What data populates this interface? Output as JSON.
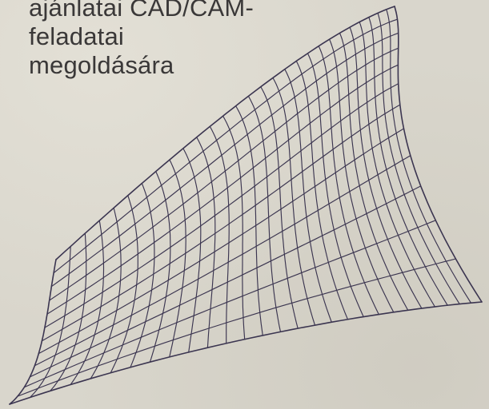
{
  "caption": {
    "lines": [
      "ajánlatai CAD/CAM-",
      "feladatai",
      "megoldására"
    ]
  },
  "figure": {
    "subject": "wireframe parametric surface",
    "line_color": "#3b3550",
    "background_color": "#d9d6cc"
  }
}
